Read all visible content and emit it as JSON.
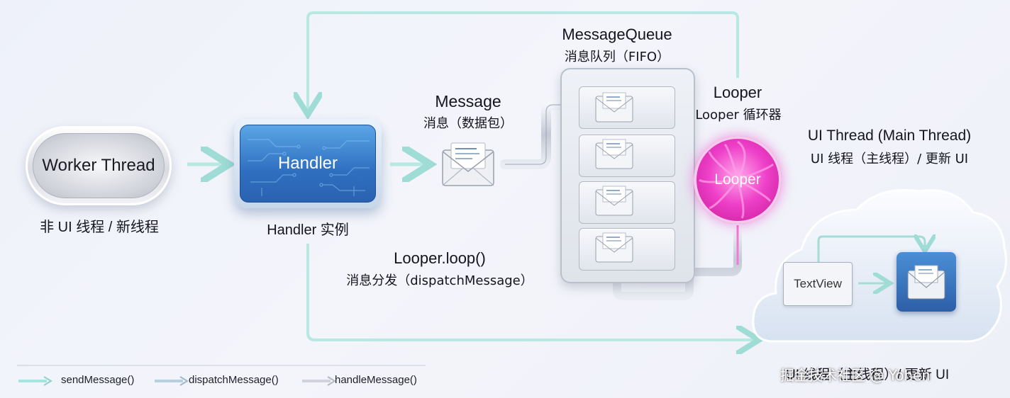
{
  "worker": {
    "title": "Worker Thread",
    "caption": "非 UI 线程 / 新线程"
  },
  "handler": {
    "title": "Handler",
    "caption": "Handler 实例"
  },
  "message": {
    "title": "Message",
    "subtitle": "消息（数据包）"
  },
  "queue": {
    "title": "MessageQueue",
    "subtitle": "消息队列（FIFO）"
  },
  "looper": {
    "title": "Looper",
    "subtitle": "Looper 循环器",
    "core": "Looper"
  },
  "ui_thread": {
    "title": "UI Thread (Main Thread)",
    "subtitle": "UI 线程（主线程）/ 更新 UI"
  },
  "loop": {
    "title": "Looper.loop()",
    "subtitle": "消息分发（dispatchMessage）"
  },
  "textview": "TextView",
  "legend": {
    "send": "sendMessage()",
    "dispatch": "dispatchMessage()",
    "handle": "handleMessage()"
  },
  "bottom_caption": "UI 线程（主线程）/ 更新 UI",
  "watermark": "掘金技术社区 @ Yohen",
  "colors": {
    "arrow": "#a9e3dd",
    "handler_blue": "#2f6fc0",
    "looper_magenta": "#ee3fc8"
  }
}
